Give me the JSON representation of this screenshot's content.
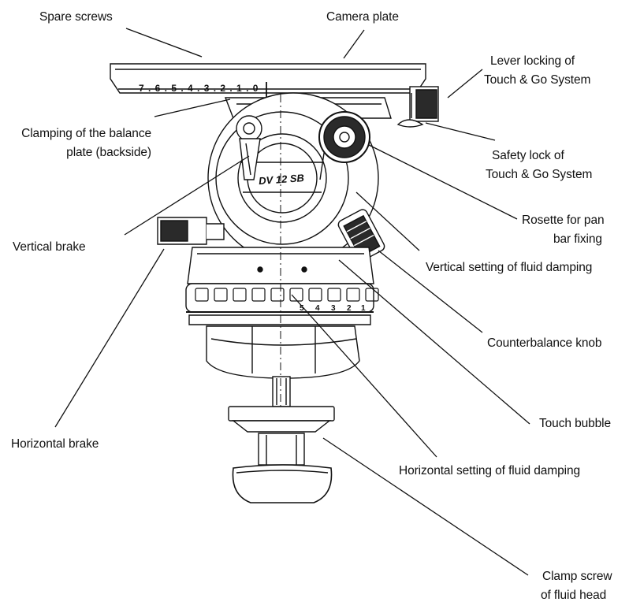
{
  "labels": {
    "spare_screws": "Spare screws",
    "camera_plate": "Camera plate",
    "lever_locking_line1": "Lever locking of",
    "lever_locking_line2": "Touch & Go System",
    "clamping_line1": "Clamping of the balance",
    "clamping_line2": "plate (backside)",
    "safety_lock_line1": "Safety lock of",
    "safety_lock_line2": "Touch & Go  System",
    "vertical_brake": "Vertical brake",
    "rosette_line1": "Rosette for pan",
    "rosette_line2": "bar fixing",
    "vertical_setting": "Vertical setting of fluid damping",
    "counterbalance_knob": "Counterbalance knob",
    "touch_bubble": "Touch bubble",
    "horizontal_brake": "Horizontal brake",
    "horizontal_setting": "Horizontal setting of fluid damping",
    "clamp_screw_line1": "Clamp screw",
    "clamp_screw_line2": "of fluid head"
  },
  "plate_scale": "7 . 6 . 5 . 4 . 3 . 2 . 1 . 0",
  "head_model": "DV 12 SB",
  "counterbalance_numbers": [
    "5",
    "4",
    "3",
    "2",
    "1"
  ],
  "colors": {
    "line": "#111111",
    "fill": "#ffffff",
    "shade": "#2a2a2a",
    "bg": "#ffffff"
  }
}
